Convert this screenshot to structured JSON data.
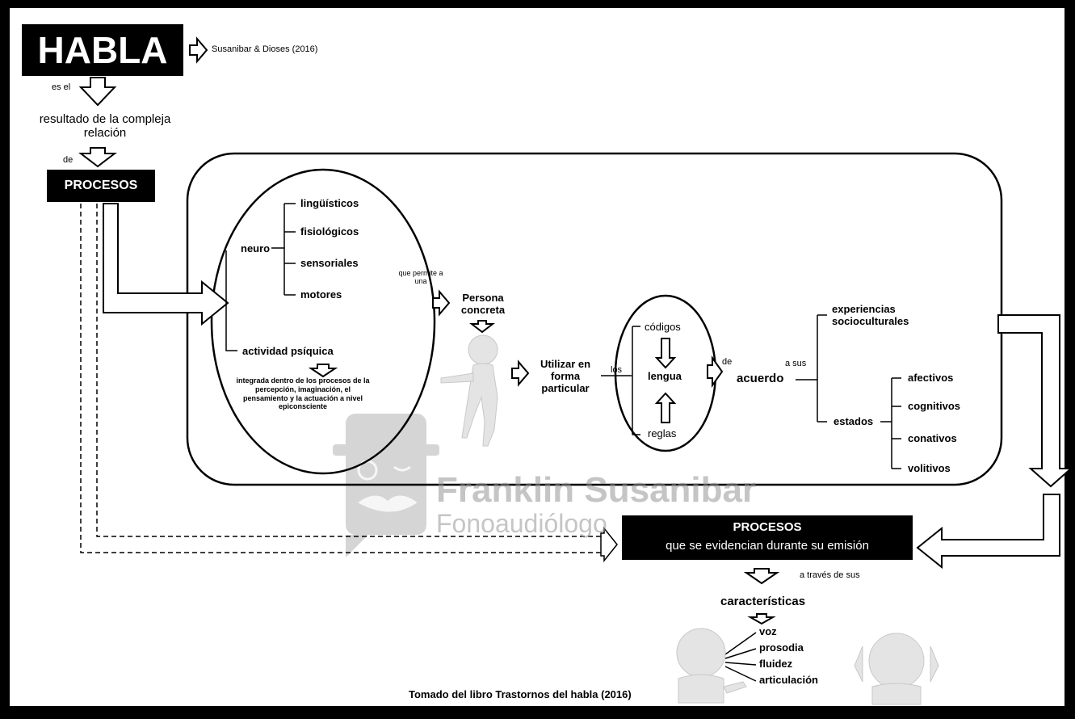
{
  "title": "HABLA",
  "reference": "Susanibar & Dioses (2016)",
  "links": {
    "es_el": "es el",
    "de": "de",
    "que_permite": "que permite a una",
    "los": "los",
    "de2": "de",
    "a_sus": "a sus",
    "a_traves": "a través de sus"
  },
  "resultado": "resultado de la compleja relación",
  "procesos_top": "PROCESOS",
  "neuro": {
    "label": "neuro",
    "items": [
      "lingüísticos",
      "fisiológicos",
      "sensoriales",
      "motores"
    ]
  },
  "actividad": {
    "label": "actividad psíquica",
    "desc": "integrada dentro de los procesos de la percepción, imaginación, el pensamiento y la actuación a nivel epiconsciente"
  },
  "persona": "Persona concreta",
  "utilizar": "Utilizar en forma particular",
  "lengua": {
    "top": "códigos",
    "center": "lengua",
    "bottom": "reglas"
  },
  "acuerdo": "acuerdo",
  "experiencias": "experiencias socioculturales",
  "estados": {
    "label": "estados",
    "items": [
      "afectivos",
      "cognitivos",
      "conativos",
      "volitivos"
    ]
  },
  "procesos_bottom": {
    "title": "PROCESOS",
    "subtitle": "que se evidencian durante su emisión"
  },
  "caracteristicas": {
    "label": "características",
    "items": [
      "voz",
      "prosodia",
      "fluidez",
      "articulación"
    ]
  },
  "footer": "Tomado del libro Trastornos del habla (2016)",
  "watermark": {
    "name": "Franklin Susanibar",
    "sub": "Fonoaudiólogo"
  },
  "colors": {
    "frame": "#000000",
    "background": "#ffffff",
    "watermark": "#969696"
  }
}
